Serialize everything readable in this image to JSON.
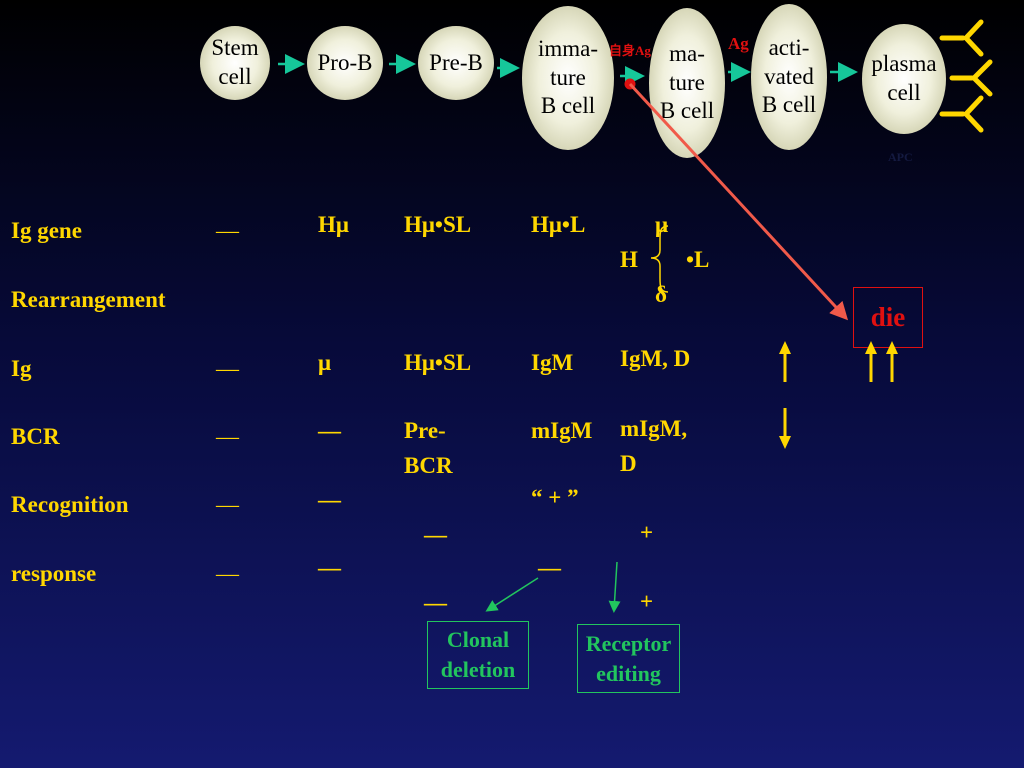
{
  "cells": {
    "stem": "Stem\ncell",
    "prob": "Pro-B",
    "preb": "Pre-B",
    "immature": "imma-\nture\nB cell",
    "mature": "ma-\nture\nB cell",
    "activated": "acti-\nvated\nB cell",
    "plasma": "plasma\ncell"
  },
  "annotations": {
    "self_ag": "自身Ag",
    "ag": "Ag",
    "apc": "APC",
    "die": "die"
  },
  "rows": [
    {
      "label": "Ig gene"
    },
    {
      "label": "Rearrangement"
    },
    {
      "label": "Ig"
    },
    {
      "label": "BCR"
    },
    {
      "label": "Recognition"
    },
    {
      "label": "response"
    }
  ],
  "columns": {
    "stem": {
      "ig_gene": "—",
      "ig": "—",
      "bcr": "—",
      "recognition": "—",
      "response": "—"
    },
    "prob": {
      "ig_gene": "Hμ",
      "ig": "μ",
      "bcr": "—",
      "recognition": "—",
      "response": "—"
    },
    "preb": {
      "ig_gene": "Hμ•SL",
      "ig": "Hμ•SL",
      "bcr": "Pre-\nBCR",
      "recognition": "—",
      "response": "—"
    },
    "immature": {
      "ig_gene": "Hμ•L",
      "ig": "IgM",
      "bcr": "mIgM",
      "recognition": "“ + ”",
      "response": "—"
    },
    "mature": {
      "gene_mu": "μ",
      "gene_h": "H",
      "gene_l": "•L",
      "gene_delta": "δ",
      "ig": "IgM, D",
      "bcr": "mIgM,\nD",
      "recognition": "+",
      "response": "+"
    }
  },
  "boxes": {
    "clonal": "Clonal\ndeletion",
    "receptor": "Receptor\nediting"
  },
  "colors": {
    "label": "#ffd700",
    "arrow_teal": "#16c79a",
    "accent_red": "#e01010",
    "green": "#22c55e"
  }
}
